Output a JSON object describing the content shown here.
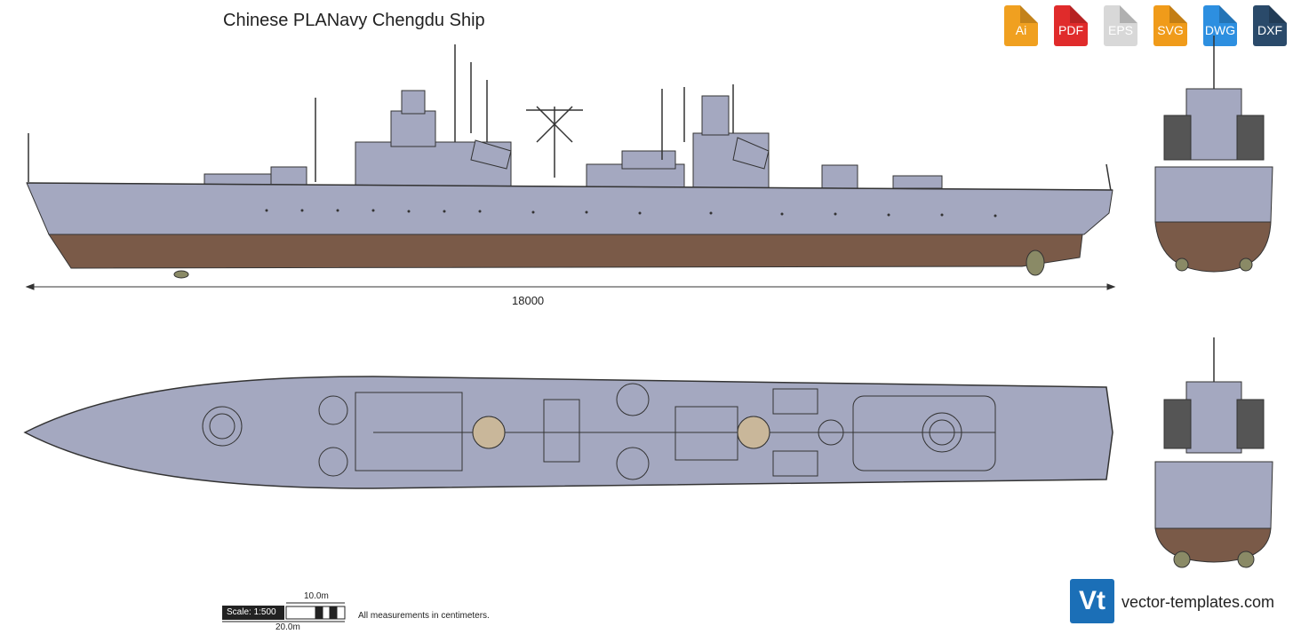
{
  "title": "Chinese PLANavy Chengdu Ship",
  "formats": [
    {
      "label": "Ai",
      "color": "#f0a020"
    },
    {
      "label": "PDF",
      "color": "#e02b2b"
    },
    {
      "label": "EPS",
      "color": "#d8d8d8"
    },
    {
      "label": "SVG",
      "color": "#f09b1a"
    },
    {
      "label": "DWG",
      "color": "#2d8fe0"
    },
    {
      "label": "DXF",
      "color": "#2a4a6a"
    }
  ],
  "dimension": "18000",
  "scale": {
    "label": "Scale: 1:500",
    "short": "10.0m",
    "long": "20.0m",
    "note": "All measurements in centimeters."
  },
  "logo": {
    "mark": "Vt",
    "site": "vector-templates.com"
  },
  "watermark": "vector-templates.com",
  "colors": {
    "hull_upper": "#a4a8c0",
    "hull_lower": "#7a5a48",
    "outline": "#333333"
  }
}
